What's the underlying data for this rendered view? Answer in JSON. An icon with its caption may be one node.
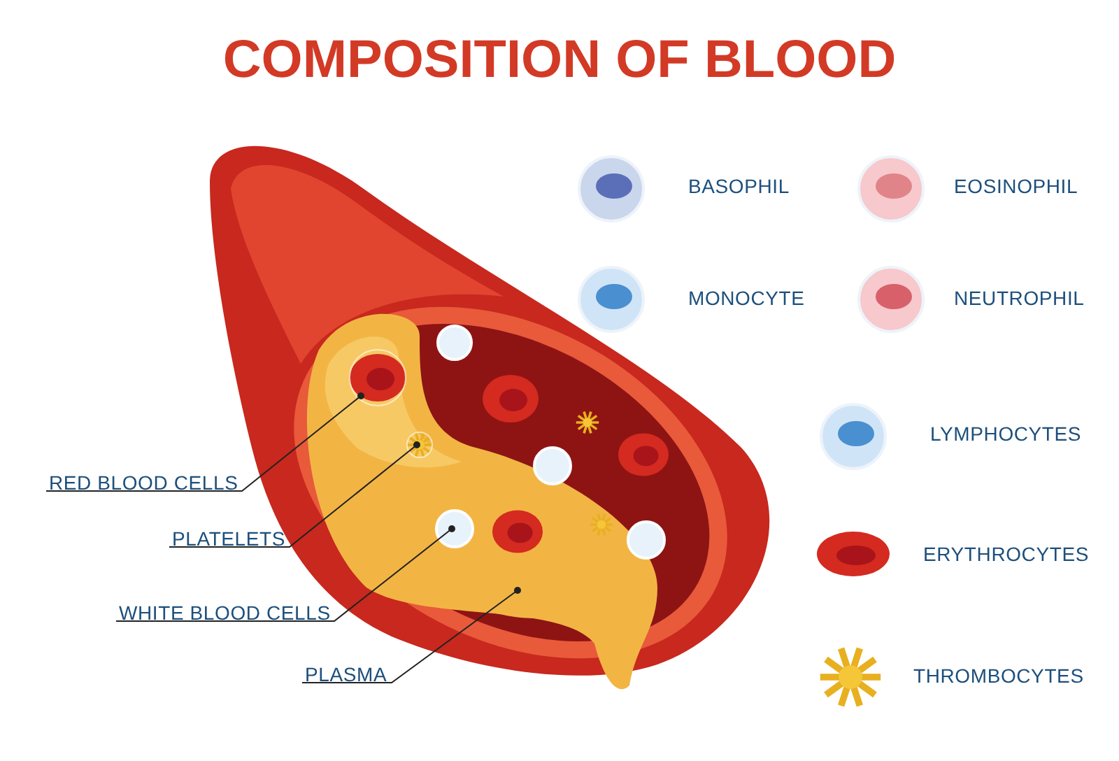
{
  "diagram": {
    "title": "COMPOSITION OF BLOOD",
    "nodes": [
      {
        "text": [
          "RED BLOOD CELLS"
        ]
      },
      {
        "text": [
          "PLATELETS"
        ]
      },
      {
        "text": [
          "WHITE BLOOD CELLS"
        ]
      },
      {
        "text": [
          "PLASMA"
        ]
      },
      {
        "text": [],
        "shape": "circle"
      },
      {
        "text": [],
        "shape": "circle"
      },
      {
        "text": [],
        "shape": "circle"
      },
      {
        "text": [],
        "shape": "picture"
      }
    ],
    "edges": [
      {
        "from": 0,
        "to": 4,
        "arrow": "other"
      },
      {
        "from": 1,
        "to": 5,
        "arrow": "other"
      },
      {
        "from": 2,
        "to": 6,
        "arrow": "other"
      },
      {
        "from": 3,
        "to": 7,
        "arrow": "other"
      }
    ],
    "labels": [
      "BASOPHIL",
      "EOSINOPHIL",
      "MONOCYTE",
      "NEUTROPHIL",
      "LYMPHOCYTES",
      "ERYTHROCYTES",
      "THROMBOCYTES"
    ]
  }
}
